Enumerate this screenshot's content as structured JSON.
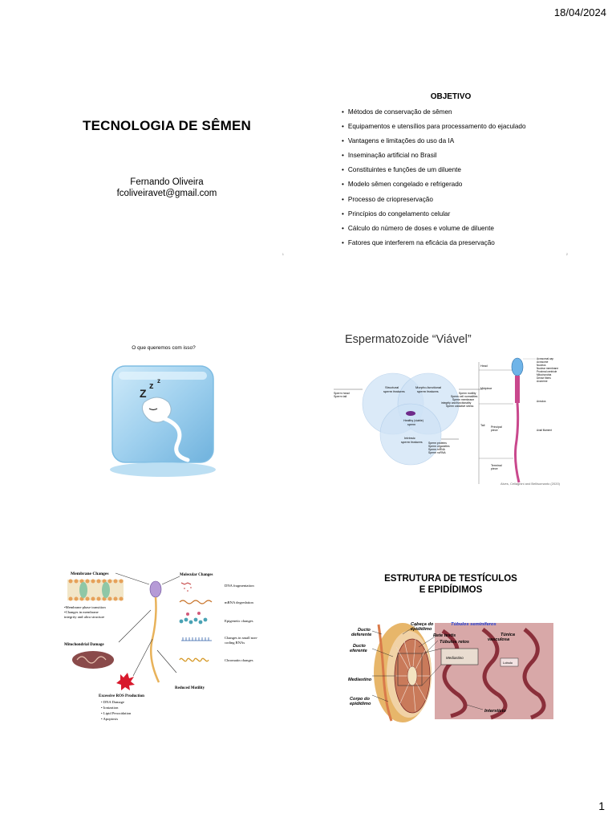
{
  "header": {
    "date": "18/04/2024"
  },
  "footer": {
    "page_number": "1"
  },
  "slides": {
    "s1": {
      "title": "TECNOLOGIA DE SÊMEN",
      "author": "Fernando Oliveira",
      "email": "fcoliveiravet@gmail.com"
    },
    "s2": {
      "title": "OBJETIVO",
      "items": [
        "Métodos de conservação de sêmen",
        "Equipamentos e utensílios para processamento do ejaculado",
        "Vantagens e limitações do uso da IA",
        "Inseminação artificial no Brasil",
        "Constituintes e funções de um diluente",
        "Modelo sêmen congelado e refrigerado",
        "Processo de criopreservação",
        "Princípios do congelamento celular",
        "Cálculo do número de doses e volume de diluente",
        "Fatores que interferem na eficácia da preservação"
      ]
    },
    "s3": {
      "question": "O que queremos com isso?"
    },
    "s4": {
      "title": "Espermatozoide “Viável”",
      "venn": {
        "structural": "Structural\nsperm features",
        "morpho": "Morpho-functional\nsperm features",
        "intrinsic": "Intrinsic\nsperm features",
        "center": "Healthy (viable)\nsperm",
        "left_labels": "Sperm head\nSperm tail",
        "right_labels": "Sperm motility\nSperm cell normalities\nSperm membrane\nintegrity and functionality\nSperm oxidative stress",
        "bottom_labels": "Sperm proteins\nSperm organelles\nSperm mRNA\nSperm ncRNA"
      },
      "sperm_sections": [
        "Head",
        "Midpiece",
        "Tail",
        "Principal piece",
        "Terminal piece"
      ],
      "sperm_parts": [
        "Acrosomal cap",
        "Acrosome",
        "Nucleus",
        "Nuclear membrane",
        "Proximal centriole",
        "Mitochondria",
        "Dense fibers",
        "Axoneme",
        "Annulus",
        "Axial filament"
      ],
      "citation": "Alves, Cellagnini and Bellisomanto (2020)"
    },
    "s5": {
      "membrane": "Membrane Changes",
      "membrane_notes": [
        "•Membrane phase transition",
        "•Changes in membrane",
        "integrity and ultra structure"
      ],
      "mito": "Mitochondrial Damage",
      "ros": "Excessive ROS Production",
      "ros_items": [
        "• DNA Damage",
        "• Ionization",
        "• Lipid Peroxidation",
        "• Apoptosis"
      ],
      "molecular": "Molecular Changes",
      "mol_items": [
        "DNA fragmentation",
        "mRNA degredation",
        "Epigenetic changes",
        "Changes in small non-",
        "coding RNAs",
        "Chromatin changes"
      ],
      "motility": "Reduced Motility"
    },
    "s6": {
      "title_line1": "ESTRUTURA DE TESTÍCULOS",
      "title_line2": "E EPIDÍDIMOS",
      "labels": {
        "ducto_deferente": "Ducto\ndeferente",
        "cabeca": "Cabeça do\nepidídimo",
        "tubulos_sem": "Túbulos seminíferos",
        "rete": "Rete testis",
        "tubulos_retos": "Túbulos retos",
        "tunica": "Túnica\nvasculosa",
        "ducto_eferente": "Ducto\neferente",
        "mediastino": "Mediastino",
        "corpo": "Corpo do\nepidídimo",
        "intersticio": "Interstício",
        "lobulo": "Lobulo",
        "mediastino_inner": "Mediastino"
      }
    }
  },
  "colors": {
    "ice": "#9fd0ee",
    "sperm_pink": "#c9488d",
    "venn_blue": "#cfe3f6",
    "ros_red": "#d8192c",
    "tubule_blue": "#1f3fd6"
  }
}
